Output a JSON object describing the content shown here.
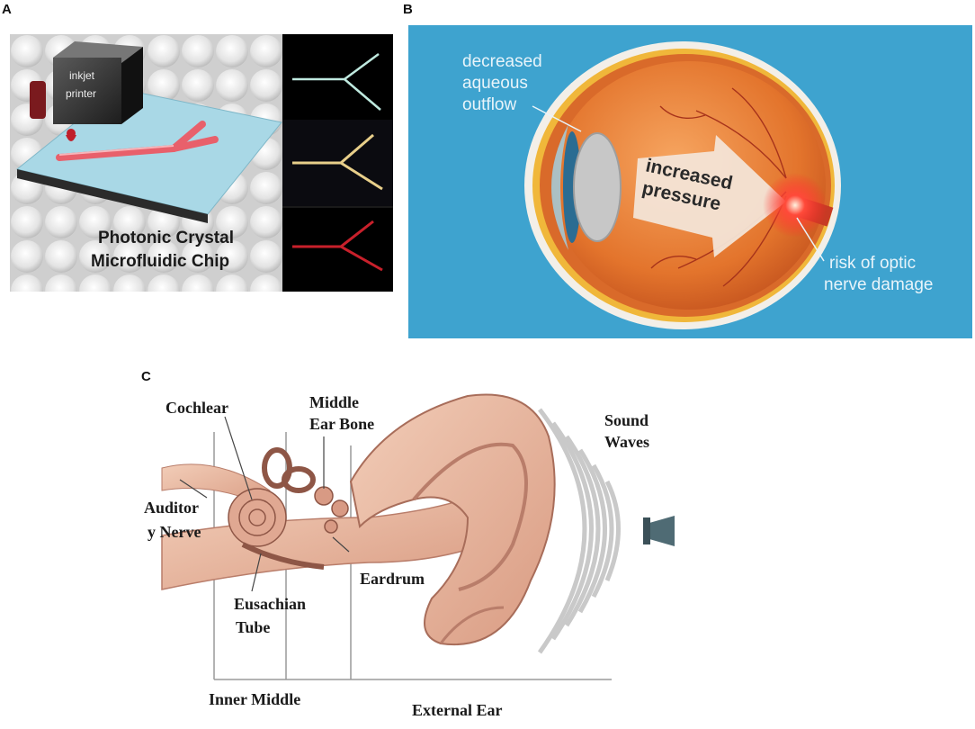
{
  "panels": {
    "a": {
      "letter": "A",
      "printer_text_1": "inkjet",
      "printer_text_2": "printer",
      "caption_1": "Photonic Crystal",
      "caption_2": "Microfluidic Chip",
      "colors": {
        "chip": "#a9d8e6",
        "channel": "#e8606b",
        "right_bg": "#000000"
      }
    },
    "b": {
      "letter": "B",
      "label_outflow_1": "decreased",
      "label_outflow_2": "aqueous",
      "label_outflow_3": "outflow",
      "label_pressure_1": "increased",
      "label_pressure_2": "pressure",
      "label_risk_1": "risk of optic",
      "label_risk_2": "nerve damage",
      "colors": {
        "background": "#3ea3cf",
        "eyeball": "#e6782e",
        "arrow": "#f3e4d6"
      }
    },
    "c": {
      "letter": "C",
      "label_cochlear": "Cochlear",
      "label_middle_1": "Middle",
      "label_middle_2": "Ear Bone",
      "label_sound_1": "Sound",
      "label_sound_2": "Waves",
      "label_auditor_1": "Auditor",
      "label_auditor_2": "y Nerve",
      "label_eardrum": "Eardrum",
      "label_eusachian_1": "Eusachian",
      "label_eusachian_2": "Tube",
      "label_inner_middle": "Inner Middle",
      "label_external": "External Ear",
      "colors": {
        "skin": "#e9b9a0",
        "skin_dark": "#b97d6a",
        "wave": "#c9c9c9"
      }
    }
  }
}
